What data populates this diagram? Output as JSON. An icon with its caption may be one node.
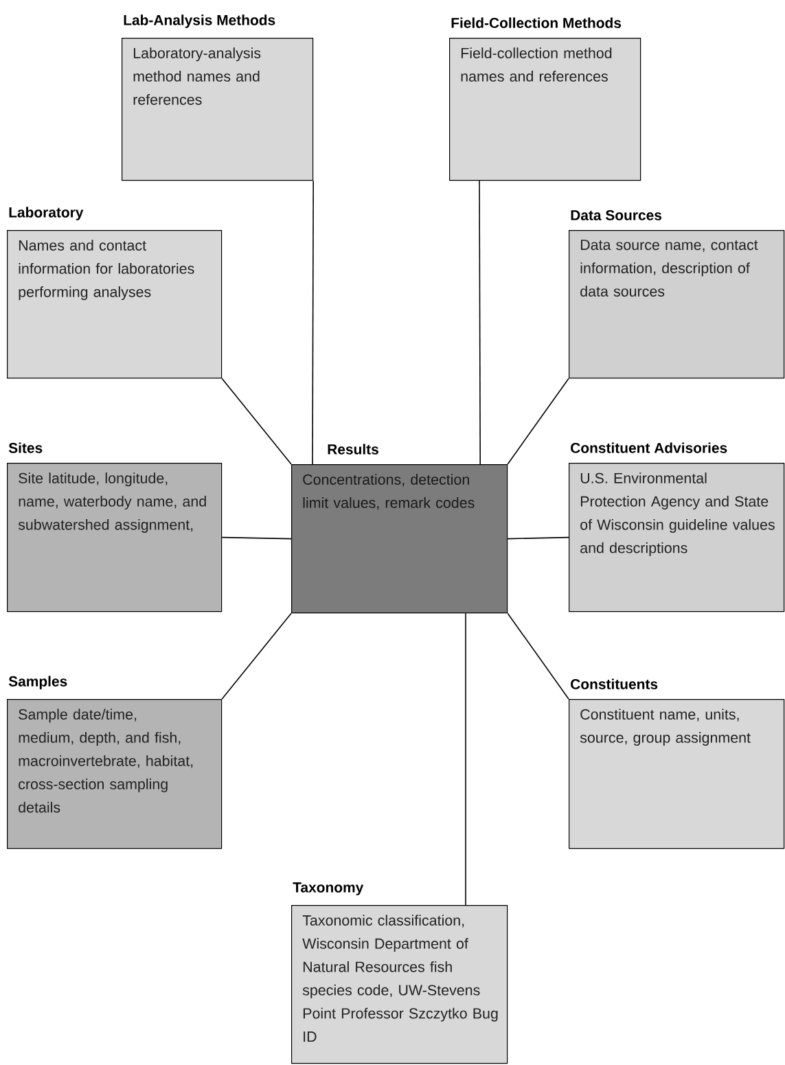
{
  "diagram": {
    "nodes": [
      {
        "text": [
          "Lab-Analysis Methods",
          "Laboratory-analysis method names and references"
        ]
      },
      {
        "text": [
          "Field-Collection Methods",
          "Field-collection method names and references"
        ]
      },
      {
        "text": [
          "Laboratory",
          "Names and contact information for laboratories performing analyses"
        ]
      },
      {
        "text": [
          "Data Sources",
          "Data source name, contact information, description of data sources"
        ]
      },
      {
        "text": [
          "Sites",
          "Site latitude, longitude, name, waterbody name, and subwatershed assignment,"
        ]
      },
      {
        "text": [
          "Results",
          "Concentrations, detection limit values, remark codes"
        ]
      },
      {
        "text": [
          "Constituent Advisories",
          "U.S. Environmental Protection Agency and State of Wisconsin guideline values and descriptions"
        ]
      },
      {
        "text": [
          "Samples",
          "Sample date/time, medium, depth, and fish, macroinvertebrate, habitat, cross-section sampling details"
        ]
      },
      {
        "text": [
          "Constituents",
          "Constituent name, units, source, group assignment"
        ]
      },
      {
        "text": [
          "Taxonomy",
          "Taxonomic classification, Wisconsin Department of Natural Resources fish species code, UW-Stevens Point Professor Szczytko Bug ID"
        ]
      }
    ],
    "edges": [
      {
        "from": 5,
        "to": 0,
        "arrow": "none"
      },
      {
        "from": 5,
        "to": 1,
        "arrow": "none"
      },
      {
        "from": 5,
        "to": 2,
        "arrow": "none"
      },
      {
        "from": 5,
        "to": 3,
        "arrow": "none"
      },
      {
        "from": 5,
        "to": 4,
        "arrow": "none"
      },
      {
        "from": 5,
        "to": 6,
        "arrow": "none"
      },
      {
        "from": 5,
        "to": 7,
        "arrow": "none"
      },
      {
        "from": 5,
        "to": 8,
        "arrow": "none"
      },
      {
        "from": 5,
        "to": 9,
        "arrow": "none"
      }
    ]
  }
}
